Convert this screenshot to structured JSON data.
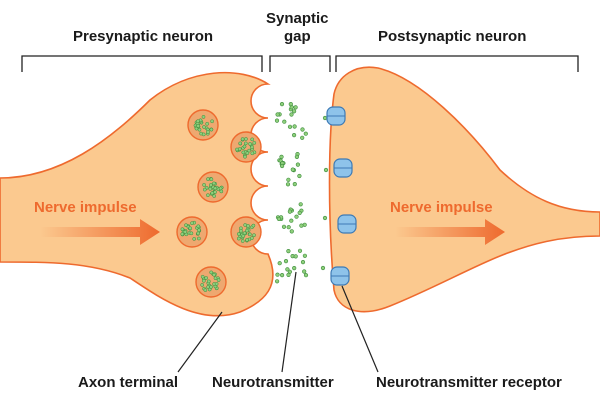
{
  "labels": {
    "presynaptic": "Presynaptic neuron",
    "synaptic_gap_line1": "Synaptic",
    "synaptic_gap_line2": "gap",
    "postsynaptic": "Postsynaptic neuron",
    "nerve_impulse_left": "Nerve impulse",
    "nerve_impulse_right": "Nerve impulse",
    "axon_terminal": "Axon terminal",
    "neurotransmitter": "Neurotransmitter",
    "receptor": "Neurotransmitter receptor"
  },
  "colors": {
    "neuron_fill": "#fbc98f",
    "neuron_stroke": "#ee6a2e",
    "vesicle_fill": "#eea870",
    "molecule_fill": "#8fcf7c",
    "molecule_stroke": "#3a8a3a",
    "receptor_fill": "#8ec3ea",
    "receptor_stroke": "#3d7ab5",
    "arrow": "#ee6a2e"
  }
}
